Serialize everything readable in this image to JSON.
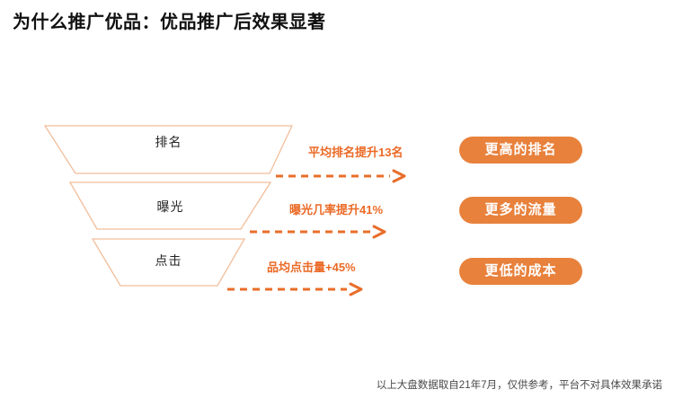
{
  "title": "为什么推广优品：优品推广后效果显著",
  "funnel": {
    "tiers": [
      {
        "label": "排名",
        "metric": "平均排名提升13名",
        "benefit": "更高的排名"
      },
      {
        "label": "曝光",
        "metric": "曝光几率提升41%",
        "benefit": "更多的流量"
      },
      {
        "label": "点击",
        "metric": "品均点击量+45%",
        "benefit": "更低的成本"
      }
    ]
  },
  "disclaimer": "以上大盘数据取自21年7月，仅供参考，平台不对具体效果承诺",
  "colors": {
    "pill_orange": "#e8813c",
    "arrow_orange": "#e96e2a",
    "metric_text_orange": "#eb6a26",
    "funnel_border": "#f2be9b",
    "title_color": "#111111",
    "disclaimer_gray": "#4a4a4a",
    "background": "#ffffff"
  }
}
